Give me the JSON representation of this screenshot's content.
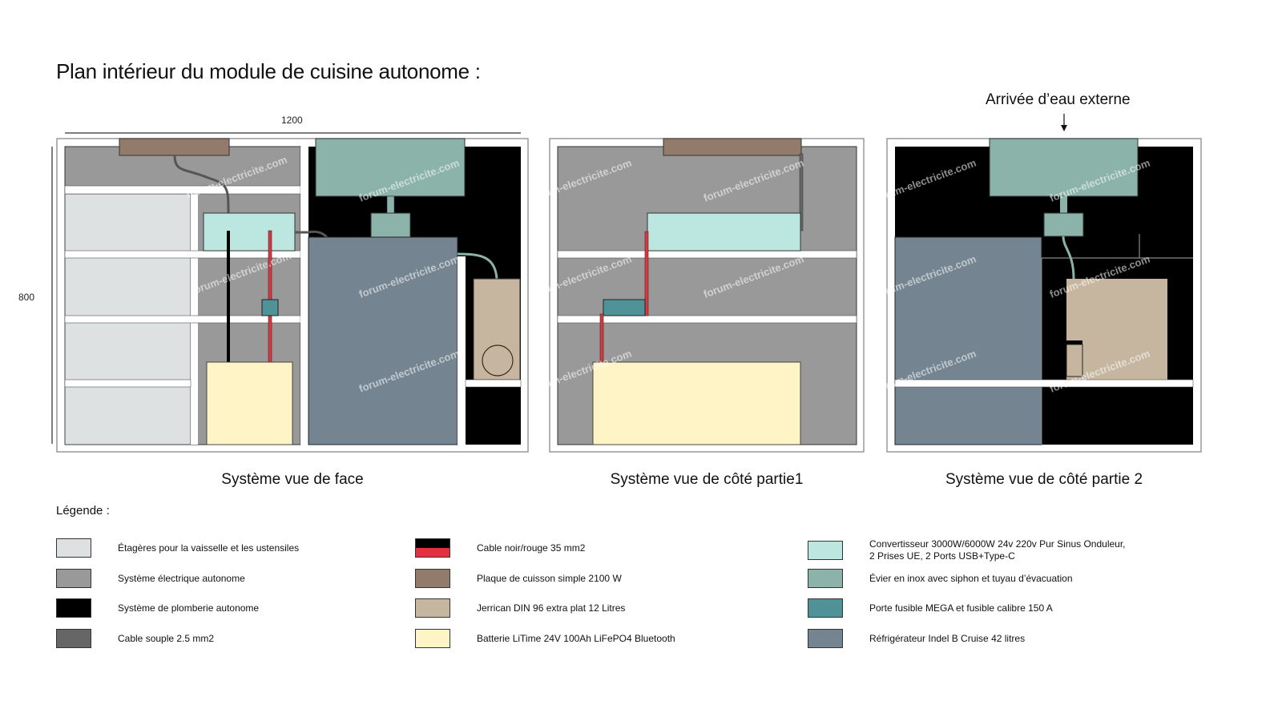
{
  "title": "Plan intérieur du module de cuisine autonome :",
  "dimensions": {
    "width_label": "1200",
    "height_label": "800"
  },
  "views": [
    {
      "id": "face",
      "caption": "Système vue de face"
    },
    {
      "id": "side1",
      "caption": "Système vue de côté partie1"
    },
    {
      "id": "side2",
      "caption": "Système vue de côté partie 2"
    }
  ],
  "annotation": {
    "water_inlet": "Arrivée d’eau externe",
    "arrow_icon": "down-arrow"
  },
  "legend": {
    "title": "Légende :",
    "items": [
      {
        "label": "Étagères pour la vaisselle et les ustensiles",
        "color": "#dde1e1"
      },
      {
        "label": "Système électrique autonome",
        "color": "#999999"
      },
      {
        "label": "Système de plomberie autonome",
        "color": "#000000"
      },
      {
        "label": "Cable souple 2.5 mm2",
        "color": "#666666"
      },
      {
        "label": "Cable noir/rouge 35 mm2",
        "color": "#000000",
        "color2": "#e53040"
      },
      {
        "label": "Plaque de cuisson simple 2100 W",
        "color": "#937b6c"
      },
      {
        "label": "Jerrican DIN 96 extra plat 12 Litres",
        "color": "#c6b6a0"
      },
      {
        "label": "Batterie LiTime 24V 100Ah LiFePO4 Bluetooth",
        "color": "#fff4c6"
      },
      {
        "label": "Convertisseur 3000W/6000W 24v 220v Pur Sinus Onduleur,\n2 Prises UE, 2 Ports USB+Type-C",
        "color": "#bce6e0"
      },
      {
        "label": "Évier en inox avec siphon et tuyau d’évacuation",
        "color": "#8bb3a9"
      },
      {
        "label": "Porte fusible MEGA et fusible calibre 150 A",
        "color": "#4f9398"
      },
      {
        "label": "Réfrigérateur Indel B Cruise 42 litres",
        "color": "#748591"
      }
    ]
  },
  "watermark": "forum-electricite.com"
}
